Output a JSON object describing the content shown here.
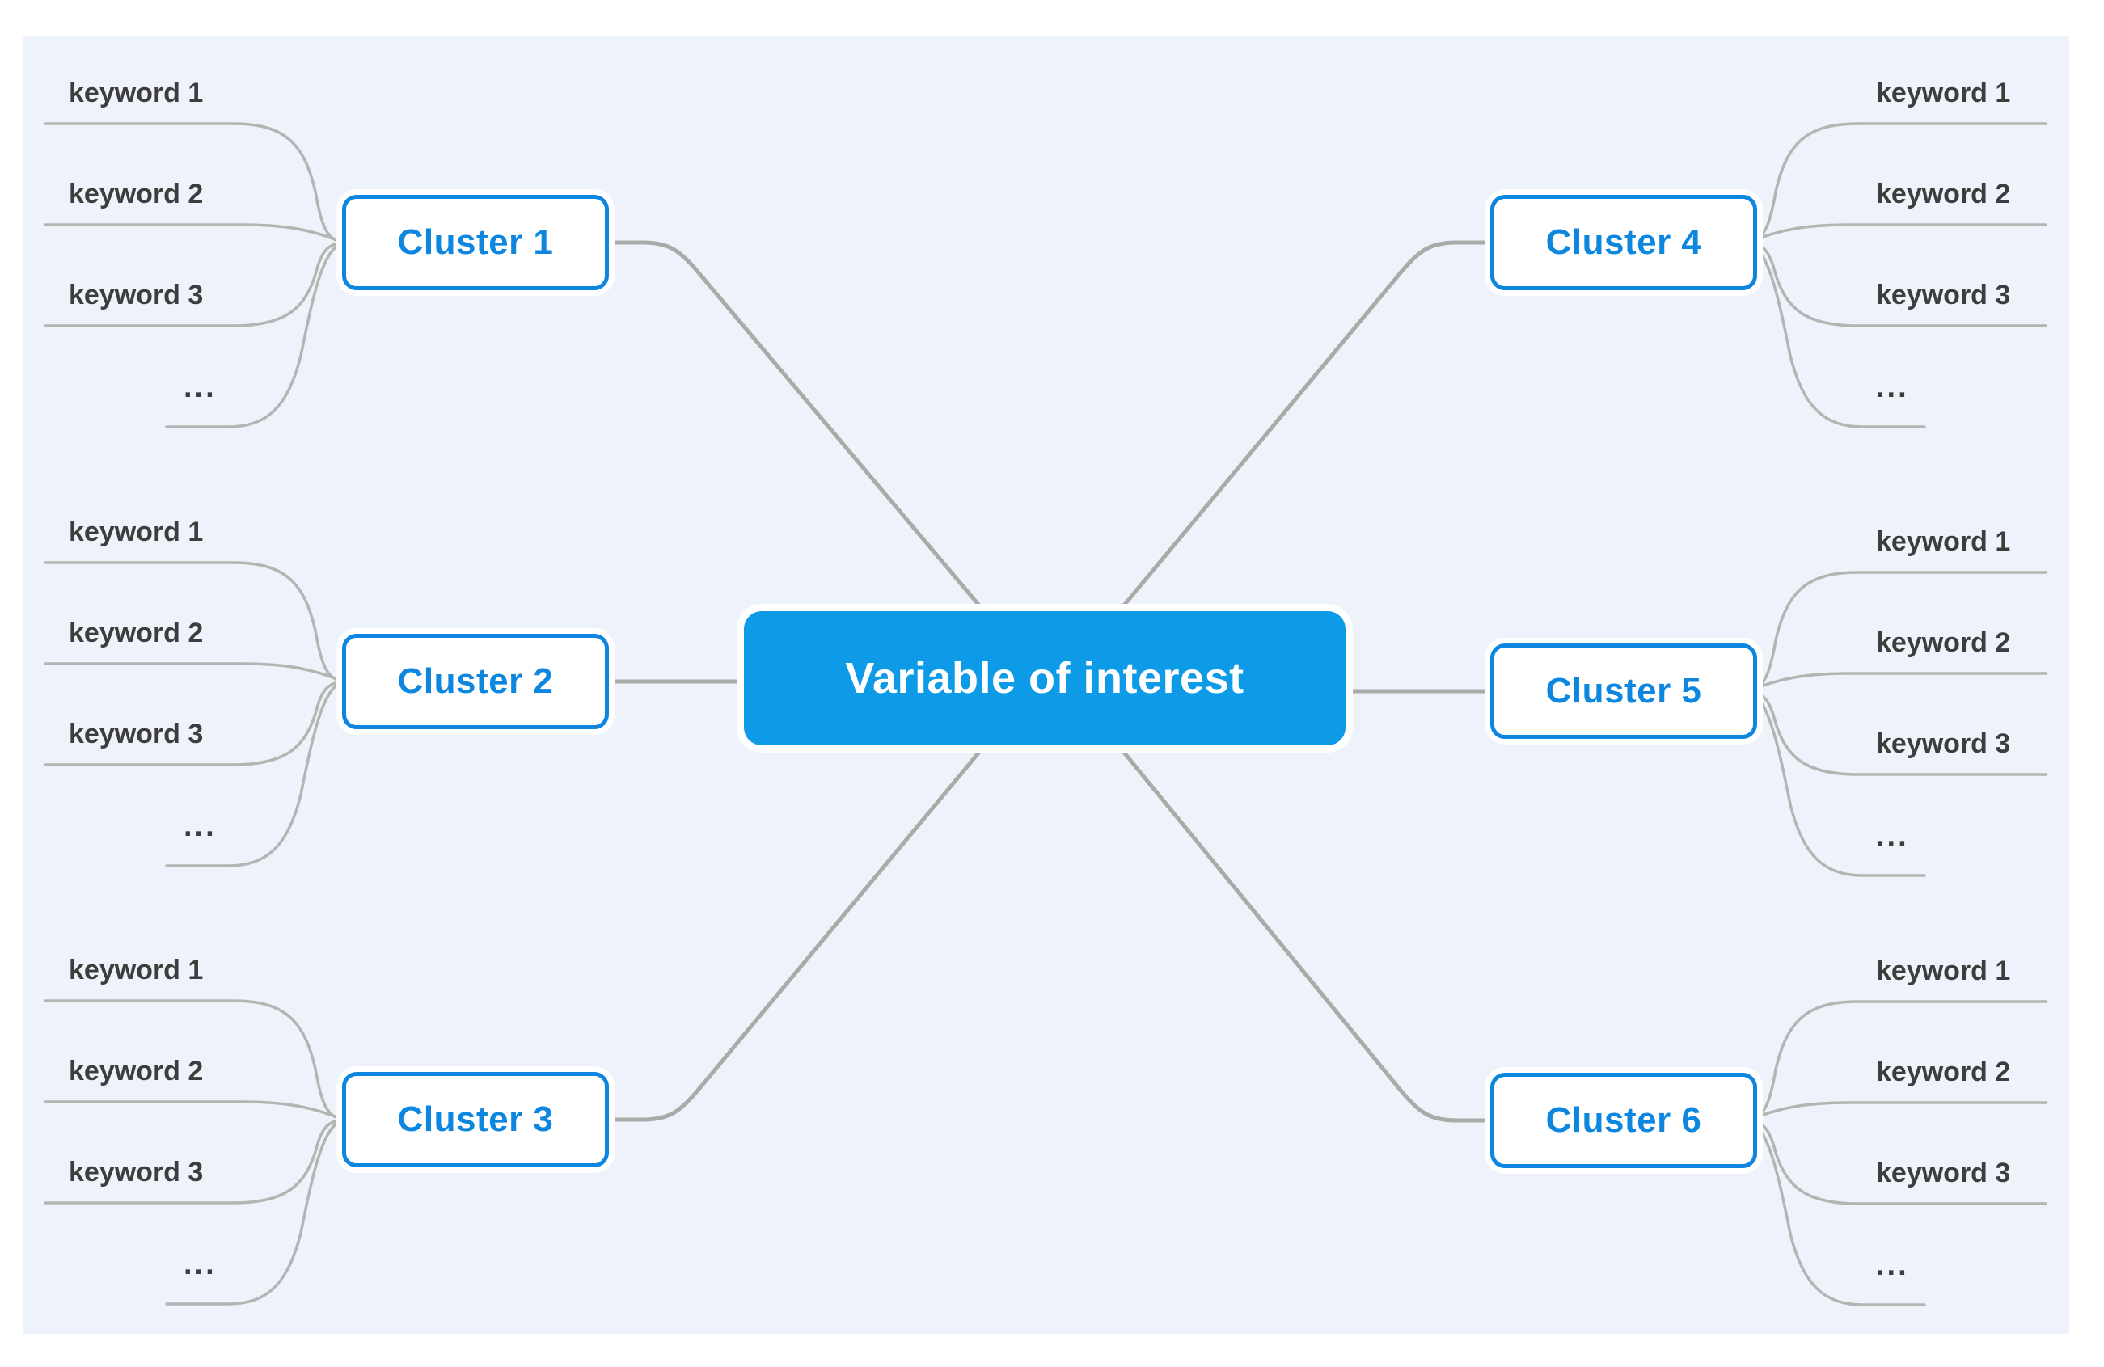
{
  "diagram": {
    "center": {
      "label": "Variable of interest"
    },
    "clusters": [
      {
        "label": "Cluster 1"
      },
      {
        "label": "Cluster 2"
      },
      {
        "label": "Cluster 3"
      },
      {
        "label": "Cluster 4"
      },
      {
        "label": "Cluster 5"
      },
      {
        "label": "Cluster 6"
      }
    ],
    "keyword_labels": [
      "keyword 1",
      "keyword 2",
      "keyword 3",
      "..."
    ],
    "colors": {
      "panel_background": "#eef2fa",
      "page_margin": "#ffffff",
      "center_node_fill": "#0d9ae6",
      "center_node_text": "#ffffff",
      "cluster_border": "#0d86e0",
      "cluster_text": "#0d86e0",
      "cluster_fill": "#ffffff",
      "connector_gray": "#b3b5b2",
      "keyword_text": "#3d3d3d"
    }
  }
}
